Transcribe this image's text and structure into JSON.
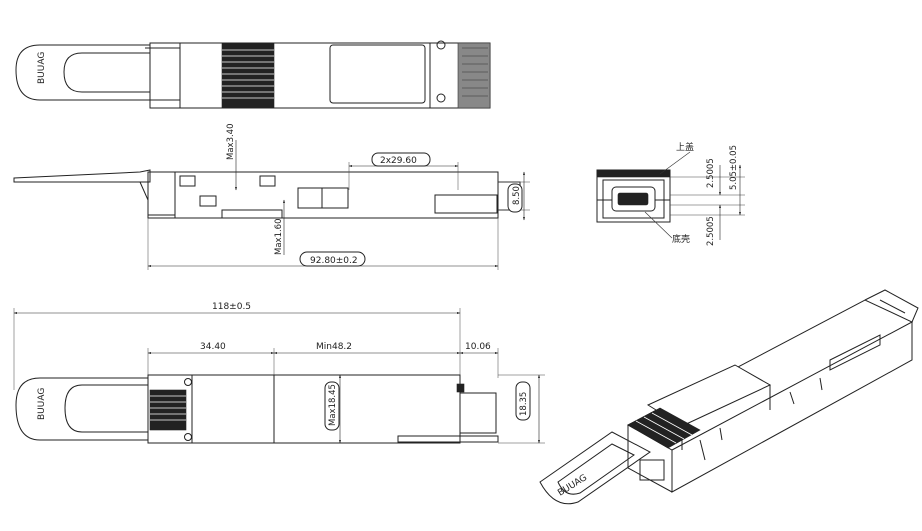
{
  "top_view": {
    "logo_text": "BUUAG"
  },
  "side_view": {
    "dim_max_height": "Max3.40",
    "dim_pitch": "2x29.60",
    "dim_height": "8.50",
    "dim_bottom": "Max1.60",
    "dim_length": "92.80±0.2"
  },
  "end_view": {
    "label_top_cover": "上盖",
    "label_bottom_shell": "底壳",
    "dim_a": "2.5005",
    "dim_b": "5.05±0.05",
    "dim_c": "2.5005"
  },
  "bottom_view": {
    "dim_total": "118±0.5",
    "dim_handle": "34.40",
    "dim_body": "Min48.2",
    "dim_tail": "10.06",
    "dim_width": "Max18.45",
    "dim_tail_width": "18.35",
    "logo_text": "BUUAG"
  },
  "iso_view": {
    "logo_text": "BUUAG"
  }
}
